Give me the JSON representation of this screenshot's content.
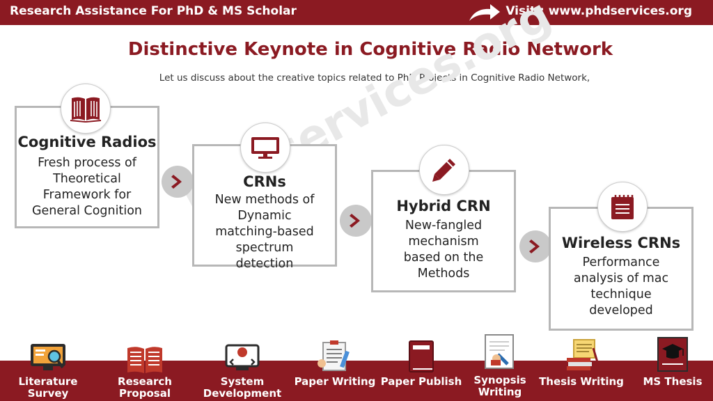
{
  "header": {
    "left_text": "Research Assistance For PhD & MS Scholar",
    "right_text": "Visit : www.phdservices.org"
  },
  "title": "Distinctive Keynote in Cognitive Radio Network",
  "subtitle": "Let us discuss about the creative topics related to PhD Projects in Cognitive Radio Network,",
  "watermark": "PhDservices.org",
  "cards": [
    {
      "title": "Cognitive Radios",
      "desc": "Fresh process of Theoretical Framework for General Cognition",
      "icon": "book-icon"
    },
    {
      "title": "CRNs",
      "desc": "New methods of Dynamic matching-based spectrum detection",
      "icon": "monitor-icon"
    },
    {
      "title": "Hybrid CRN",
      "desc": "New-fangled mechanism based on the Methods",
      "icon": "pencil-icon"
    },
    {
      "title": "Wireless CRNs",
      "desc": "Performance analysis of mac technique developed",
      "icon": "notepad-icon"
    }
  ],
  "bottom_items": [
    {
      "label": "Literature Survey",
      "icon": "monitor-magnifier-icon"
    },
    {
      "label": "Research Proposal",
      "icon": "open-book-icon"
    },
    {
      "label": "System Development",
      "icon": "computer-code-icon"
    },
    {
      "label": "Paper Writing",
      "icon": "clipboard-pen-icon"
    },
    {
      "label": "Paper Publish",
      "icon": "closed-book-icon"
    },
    {
      "label": "Synopsis Writing",
      "icon": "paper-pen-icon"
    },
    {
      "label": "Thesis Writing",
      "icon": "scroll-books-icon"
    },
    {
      "label": "MS Thesis",
      "icon": "graduation-book-icon"
    }
  ],
  "colors": {
    "brand": "#8b1a22",
    "card_border": "#b7b7b7",
    "chevron_bg": "#c9c9c9"
  }
}
